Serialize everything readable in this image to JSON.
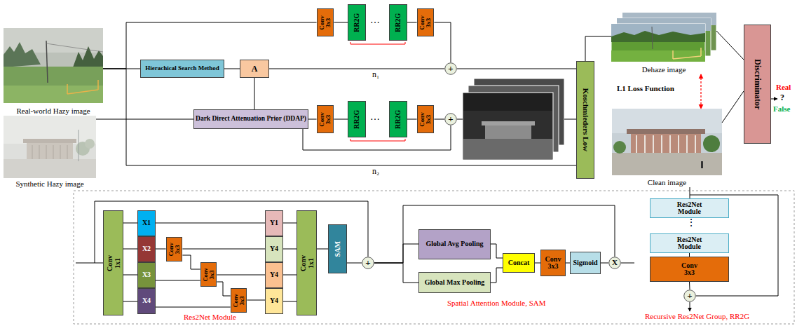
{
  "diagram": {
    "nodes": [
      {
        "text": [
          "Real-world Hazy image"
        ]
      },
      {
        "text": [
          "Synthetic Hazy image"
        ]
      },
      {
        "text": [
          "Hierachical Search Method"
        ]
      },
      {
        "text": [
          "A"
        ]
      },
      {
        "text": [
          "Dark Direct Attenuation Prior (DDAP)"
        ]
      },
      {
        "text": [
          "Conv 3x3"
        ]
      },
      {
        "text": [
          "RR2G"
        ]
      },
      {
        "text": [
          "RR2G"
        ]
      },
      {
        "text": [
          "Conv 3x3"
        ]
      },
      {
        "text": [
          "+"
        ]
      },
      {
        "text": [
          "Conv 3x3"
        ]
      },
      {
        "text": [
          "RR2G"
        ]
      },
      {
        "text": [
          "RR2G"
        ]
      },
      {
        "text": [
          "Conv 3x3"
        ]
      },
      {
        "text": [
          "+"
        ]
      },
      {
        "text": [
          "Koschmieders Low"
        ]
      },
      {
        "text": [
          "Dehaze image"
        ]
      },
      {
        "text": [
          "Clean image"
        ]
      },
      {
        "text": [
          "Discriminator"
        ]
      },
      {
        "text": [
          "Conv 1x1"
        ]
      },
      {
        "text": [
          "X1"
        ]
      },
      {
        "text": [
          "X2"
        ]
      },
      {
        "text": [
          "X3"
        ]
      },
      {
        "text": [
          "X4"
        ]
      },
      {
        "text": [
          "Conv 3x3"
        ]
      },
      {
        "text": [
          "Conv 3x3"
        ]
      },
      {
        "text": [
          "Conv 3x3"
        ]
      },
      {
        "text": [
          "Y1"
        ]
      },
      {
        "text": [
          "Y4"
        ]
      },
      {
        "text": [
          "Y4"
        ]
      },
      {
        "text": [
          "Y4"
        ]
      },
      {
        "text": [
          "Conv 1x1"
        ]
      },
      {
        "text": [
          "SAM"
        ]
      },
      {
        "text": [
          "+"
        ]
      },
      {
        "text": [
          "Global Avg Pooling"
        ]
      },
      {
        "text": [
          "Global Max Pooling"
        ]
      },
      {
        "text": [
          "Concat"
        ]
      },
      {
        "text": [
          "Conv 3x3"
        ]
      },
      {
        "text": [
          "Sigmoid"
        ]
      },
      {
        "text": [
          "X"
        ]
      },
      {
        "text": [
          "Res2Net Module"
        ]
      },
      {
        "text": [
          "Res2Net Module"
        ]
      },
      {
        "text": [
          "Conv 3x3"
        ]
      },
      {
        "text": [
          "+"
        ]
      }
    ],
    "edges": [
      {
        "from": 0,
        "to": 5,
        "arrow": "none"
      },
      {
        "from": 0,
        "to": 2,
        "arrow": "none"
      },
      {
        "from": 0,
        "to": 15,
        "arrow": "none"
      },
      {
        "from": 1,
        "to": 4,
        "arrow": "none"
      },
      {
        "from": 2,
        "to": 3,
        "arrow": "none"
      },
      {
        "from": 3,
        "to": 9,
        "arrow": "none"
      },
      {
        "from": 3,
        "to": 4,
        "arrow": "none"
      },
      {
        "from": 5,
        "to": 6,
        "arrow": "none"
      },
      {
        "from": 7,
        "to": 8,
        "arrow": "none"
      },
      {
        "from": 8,
        "to": 9,
        "arrow": "none"
      },
      {
        "from": 9,
        "to": 15,
        "arrow": "none"
      },
      {
        "from": 4,
        "to": 10,
        "arrow": "none"
      },
      {
        "from": 10,
        "to": 11,
        "arrow": "none"
      },
      {
        "from": 12,
        "to": 13,
        "arrow": "none"
      },
      {
        "from": 13,
        "to": 14,
        "arrow": "none"
      },
      {
        "from": 4,
        "to": 14,
        "arrow": "none"
      },
      {
        "from": 15,
        "to": 16,
        "arrow": "none"
      },
      {
        "from": 16,
        "to": 17,
        "arrow": "both"
      },
      {
        "from": 16,
        "to": 18,
        "arrow": "none"
      },
      {
        "from": 17,
        "to": 18,
        "arrow": "none"
      },
      {
        "from": 17,
        "to": 40,
        "arrow": "none"
      },
      {
        "from": 19,
        "to": 20,
        "arrow": "none"
      },
      {
        "from": 19,
        "to": 21,
        "arrow": "none"
      },
      {
        "from": 19,
        "to": 22,
        "arrow": "none"
      },
      {
        "from": 19,
        "to": 23,
        "arrow": "none"
      },
      {
        "from": 20,
        "to": 27,
        "arrow": "none"
      },
      {
        "from": 21,
        "to": 24,
        "arrow": "none"
      },
      {
        "from": 24,
        "to": 28,
        "arrow": "none"
      },
      {
        "from": 24,
        "to": 25,
        "arrow": "none"
      },
      {
        "from": 22,
        "to": 25,
        "arrow": "none"
      },
      {
        "from": 25,
        "to": 29,
        "arrow": "none"
      },
      {
        "from": 25,
        "to": 26,
        "arrow": "none"
      },
      {
        "from": 23,
        "to": 26,
        "arrow": "none"
      },
      {
        "from": 26,
        "to": 30,
        "arrow": "none"
      },
      {
        "from": 27,
        "to": 31,
        "arrow": "none"
      },
      {
        "from": 28,
        "to": 31,
        "arrow": "none"
      },
      {
        "from": 29,
        "to": 31,
        "arrow": "none"
      },
      {
        "from": 30,
        "to": 31,
        "arrow": "none"
      },
      {
        "from": 31,
        "to": 32,
        "arrow": "none"
      },
      {
        "from": 32,
        "to": 33,
        "arrow": "none"
      },
      {
        "from": 33,
        "to": 34,
        "arrow": "none"
      },
      {
        "from": 33,
        "to": 35,
        "arrow": "none"
      },
      {
        "from": 33,
        "to": 39,
        "arrow": "none"
      },
      {
        "from": 34,
        "to": 36,
        "arrow": "none"
      },
      {
        "from": 35,
        "to": 36,
        "arrow": "none"
      },
      {
        "from": 36,
        "to": 37,
        "arrow": "none"
      },
      {
        "from": 37,
        "to": 38,
        "arrow": "none"
      },
      {
        "from": 38,
        "to": 39,
        "arrow": "none"
      },
      {
        "from": 41,
        "to": 42,
        "arrow": "none"
      },
      {
        "from": 42,
        "to": 43,
        "arrow": "none"
      }
    ],
    "labels": [
      "…",
      "n₁",
      "…",
      "n₂",
      "L1 Loss Function",
      "Real",
      "?",
      "False",
      "Res2Net Module",
      "Spatial Attention Module, SAM",
      "⋮",
      "Recursive Res2Net Group, RR2G"
    ]
  }
}
